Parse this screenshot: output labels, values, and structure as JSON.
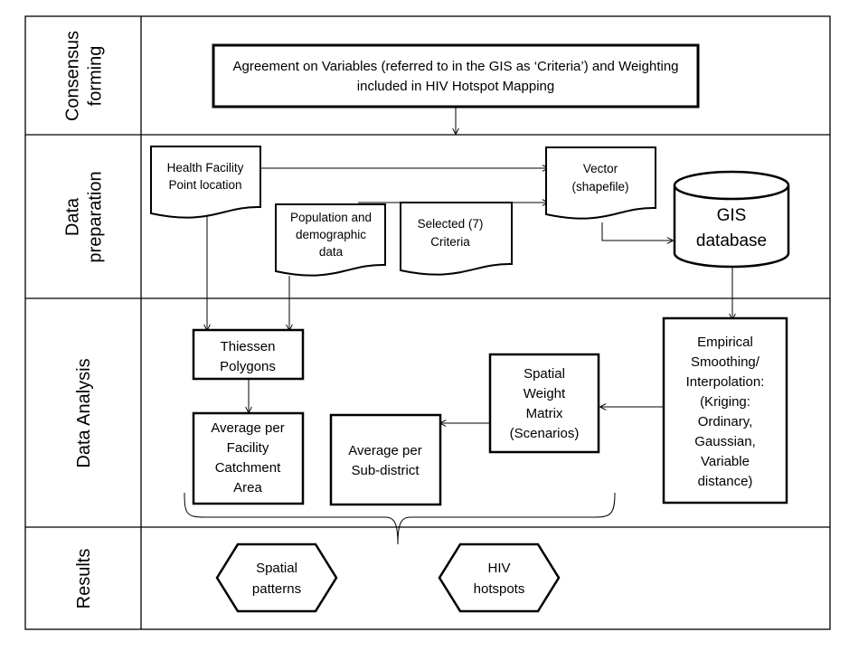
{
  "lanes": {
    "consensus": [
      "Consensus",
      "forming"
    ],
    "preparation": [
      "Data",
      "preparation"
    ],
    "analysis": [
      "Data Analysis"
    ],
    "results": [
      "Results"
    ]
  },
  "nodes": {
    "agreement": [
      "Agreement on Variables (referred to in the GIS as ‘Criteria’) and Weighting",
      "included in HIV Hotspot Mapping"
    ],
    "health_facility": [
      "Health Facility",
      "Point location"
    ],
    "population": [
      "Population and",
      "demographic",
      "data"
    ],
    "selected_criteria": [
      "Selected (7)",
      "Criteria"
    ],
    "vector": [
      "Vector",
      "(shapefile)"
    ],
    "gis_database": [
      "GIS",
      "database"
    ],
    "thiessen": [
      "Thiessen",
      "Polygons"
    ],
    "empirical": [
      "Empirical",
      "Smoothing/",
      "Interpolation:",
      "(Kriging:",
      "Ordinary,",
      "Gaussian,",
      "Variable",
      "distance)"
    ],
    "spatial_weight": [
      "Spatial",
      "Weight",
      "Matrix",
      "(Scenarios)"
    ],
    "average_facility": [
      "Average per",
      "Facility",
      "Catchment",
      "Area"
    ],
    "average_subdistrict": [
      "Average per",
      "Sub-district"
    ],
    "spatial_patterns": [
      "Spatial",
      "patterns"
    ],
    "hiv_hotspots": [
      "HIV",
      "hotspots"
    ]
  }
}
